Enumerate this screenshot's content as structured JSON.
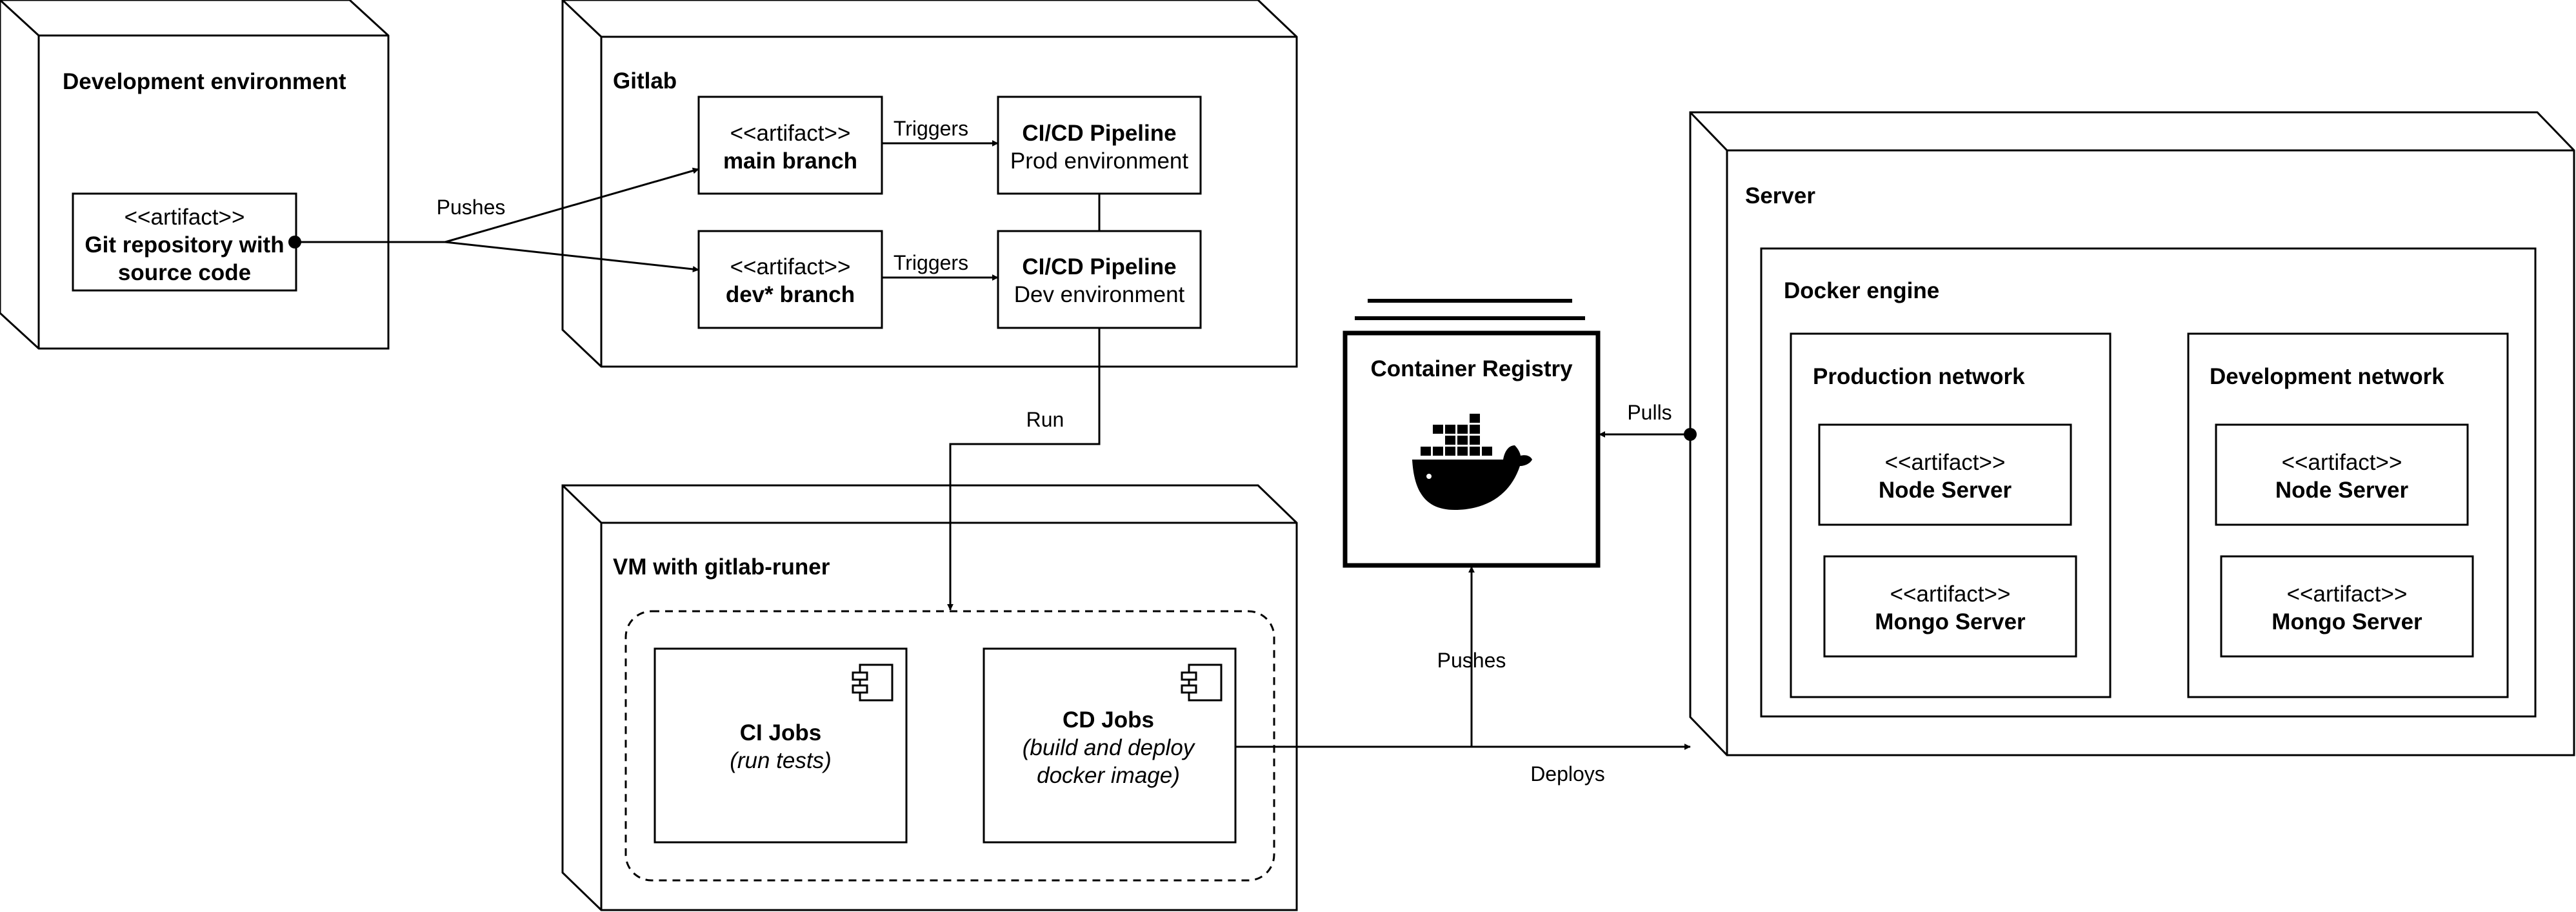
{
  "nodes": {
    "dev_env": {
      "title": "Development environment",
      "artifact": {
        "stereo": "<<artifact>>",
        "line1": "Git repository with",
        "line2": "source code"
      }
    },
    "gitlab": {
      "title": "Gitlab",
      "main_branch": {
        "stereo": "<<artifact>>",
        "name": "main branch"
      },
      "dev_branch": {
        "stereo": "<<artifact>>",
        "name": "dev* branch"
      },
      "prod_pipeline": {
        "title": "CI/CD Pipeline",
        "sub": "Prod environment"
      },
      "dev_pipeline": {
        "title": "CI/CD Pipeline",
        "sub": "Dev environment"
      }
    },
    "vm": {
      "title": "VM with gitlab-runer",
      "ci_jobs": {
        "title": "CI Jobs",
        "sub": "(run tests)"
      },
      "cd_jobs": {
        "title": "CD Jobs",
        "sub1": "(build and deploy",
        "sub2": "docker image)"
      }
    },
    "registry": {
      "title": "Container Registry",
      "icon": "docker-whale-icon"
    },
    "server": {
      "title": "Server",
      "docker_engine": {
        "title": "Docker engine",
        "prod_network": {
          "title": "Production network",
          "node": {
            "stereo": "<<artifact>>",
            "name": "Node Server"
          },
          "mongo": {
            "stereo": "<<artifact>>",
            "name": "Mongo Server"
          }
        },
        "dev_network": {
          "title": "Development network",
          "node": {
            "stereo": "<<artifact>>",
            "name": "Node Server"
          },
          "mongo": {
            "stereo": "<<artifact>>",
            "name": "Mongo Server"
          }
        }
      }
    }
  },
  "edges": {
    "pushes_git": "Pushes",
    "triggers_main": "Triggers",
    "triggers_dev": "Triggers",
    "run": "Run",
    "pushes_registry": "Pushes",
    "deploys": "Deploys",
    "pulls": "Pulls"
  }
}
